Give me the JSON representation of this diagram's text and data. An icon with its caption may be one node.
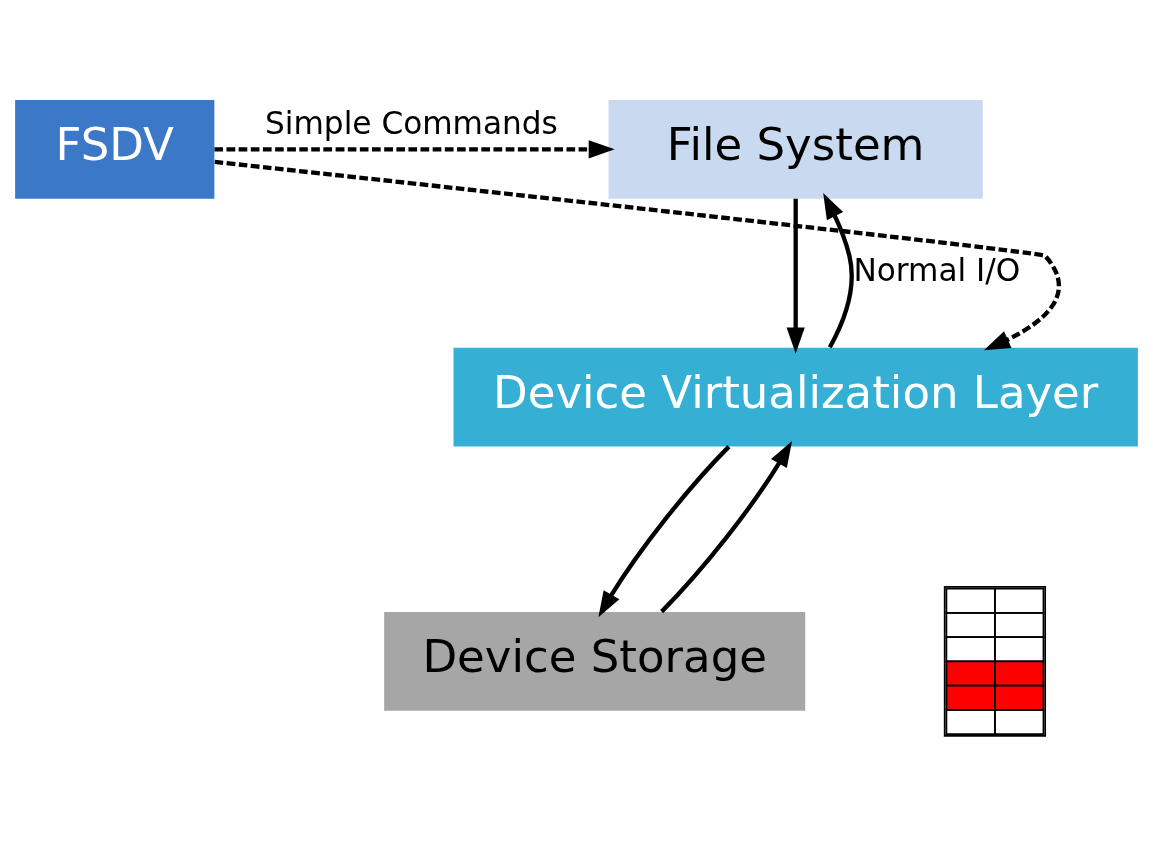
{
  "diagram": {
    "nodes": [
      {
        "text": [
          "File System"
        ]
      },
      {
        "text": [
          "FSDV"
        ]
      },
      {
        "text": [
          "Device Virtualization Layer"
        ]
      },
      {
        "text": [
          "Device Storage"
        ]
      },
      {
        "text": [],
        "shape": "picture"
      }
    ],
    "edges": [
      {
        "from": 1,
        "to": 0,
        "arrow": "to",
        "style": "dashed",
        "label": "Simple Commands"
      },
      {
        "from": 1,
        "to": 2,
        "arrow": "to",
        "style": "dashed"
      },
      {
        "from": 0,
        "to": 2,
        "arrow": "to"
      },
      {
        "from": 2,
        "to": 0,
        "arrow": "to",
        "label": "Normal I/O"
      },
      {
        "from": 2,
        "to": 3,
        "arrow": "to"
      },
      {
        "from": 3,
        "to": 2,
        "arrow": "to"
      }
    ]
  }
}
